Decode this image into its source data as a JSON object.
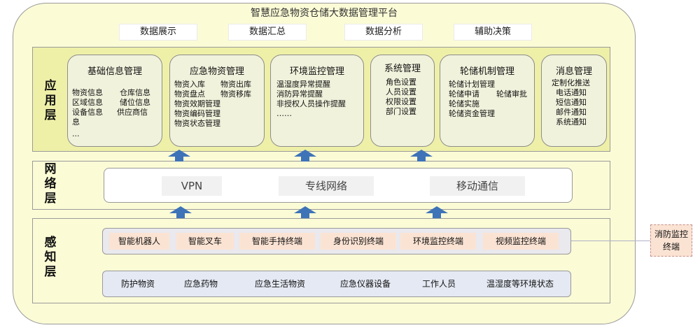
{
  "title": "智慧应急物资仓储大数据管理平台",
  "top_functions": [
    "数据展示",
    "数据汇总",
    "数据分析",
    "辅助决策"
  ],
  "layers": {
    "application": "应用层",
    "network": "网络层",
    "sensing": "感知层"
  },
  "modules": [
    {
      "title": "基础信息管理",
      "lines": [
        "物资信息",
        "仓库信息",
        "区域信息",
        "储位信息",
        "设备信息",
        "供应商信",
        "息",
        "..."
      ]
    },
    {
      "title": "应急物资管理",
      "lines": [
        "物资入库",
        "物资出库",
        "物资盘点",
        "物资移库",
        "物资效期管理",
        "物资编码管理",
        "物资状态管理"
      ]
    },
    {
      "title": "环境监控管理",
      "lines": [
        "温湿度异常提醒",
        "消防异常提醒",
        "非授权人员操作提醒",
        "……"
      ]
    },
    {
      "title": "系统管理",
      "lines": [
        "角色设置",
        "人员设置",
        "权限设置",
        "部门设置"
      ]
    },
    {
      "title": "轮储机制管理",
      "lines": [
        "轮储计划管理",
        "轮储申请",
        "轮储审批",
        "轮储实施",
        "轮储资金管理"
      ]
    },
    {
      "title": "消息管理",
      "lines": [
        "定制化推送",
        "电话通知",
        "短信通知",
        "邮件通知",
        "系统通知"
      ]
    }
  ],
  "network_items": [
    "VPN",
    "专线网络",
    "移动通信"
  ],
  "devices": [
    "智能机器人",
    "智能叉车",
    "智能手持终端",
    "身份识别终端",
    "环境监控终端",
    "视频监控终端"
  ],
  "materials": [
    "防护物资",
    "应急药物",
    "应急生活物资",
    "应急仪器设备",
    "工作人员",
    "温湿度等环境状态"
  ],
  "external_device": "消防监控终端",
  "colors": {
    "outer_fill": "#fbfbd6",
    "application_band": "#eef0a8",
    "module_fill": "#f1f2dc",
    "device_fill": "#fbe3d3",
    "material_fill": "#e4e9f3",
    "arrow": "#3e73b8"
  }
}
